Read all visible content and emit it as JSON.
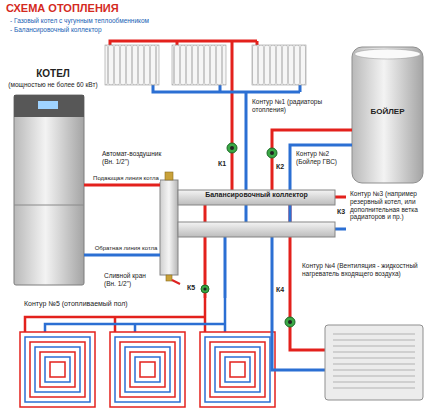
{
  "diagram": {
    "title": "СХЕМА ОТОПЛЕНИЯ",
    "nodes": [
      {
        "text": [
          "Контур №1 (радиаторы отопления)"
        ]
      },
      {
        "text": [
          "БОЙЛЕР"
        ]
      },
      {
        "text": [
          "КОТЕЛ",
          "(мощностью не более 60 кВт)"
        ]
      },
      {
        "text": [
          "Балансировочный коллектор"
        ]
      },
      {
        "text": [
          "Контур №4 (Вентиляция - жидкостный нагреватель входящего воздуха)"
        ]
      },
      {
        "text": [
          "Контур №5 (отопливаемый пол)"
        ]
      }
    ],
    "edges": [
      {
        "from": 2,
        "to": 3,
        "arrow": "none",
        "label": "Подающая линия котла"
      },
      {
        "from": 3,
        "to": 2,
        "arrow": "none",
        "label": "Обратная линия котла"
      },
      {
        "from": 3,
        "to": 0,
        "arrow": "none"
      },
      {
        "from": 0,
        "to": 3,
        "arrow": "none"
      },
      {
        "from": 3,
        "to": 1,
        "arrow": "none"
      },
      {
        "from": 1,
        "to": 3,
        "arrow": "none"
      },
      {
        "from": 3,
        "to": 4,
        "arrow": "none"
      },
      {
        "from": 4,
        "to": 3,
        "arrow": "none"
      },
      {
        "from": 3,
        "to": 5,
        "arrow": "none"
      },
      {
        "from": 5,
        "to": 3,
        "arrow": "none"
      }
    ],
    "labels": [
      "- Газовый котел с чугунным теплообменником",
      "- Балансировочный коллектор",
      "Контур №2 (Бойлер ГВС)",
      "Контур №3 (например резервный котел, или дополнительная ветка радиаторов и пр.)",
      "Автомат-воздушник (Вн. 1/2\")",
      "Сливной кран (Вн. 1/2\")",
      "К1",
      "К2",
      "К3",
      "К4",
      "К5"
    ]
  }
}
